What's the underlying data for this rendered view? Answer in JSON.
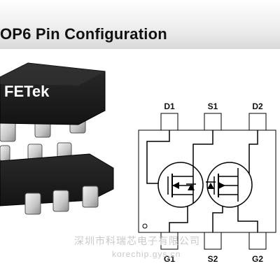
{
  "header": {
    "title": "OP6 Pin Configuration"
  },
  "package": {
    "brand": "FETek"
  },
  "schematic": {
    "top_pins": [
      "D1",
      "S1",
      "D2"
    ],
    "bottom_pins": [
      "G1",
      "S2",
      "G2"
    ]
  },
  "watermark": {
    "company": "深圳市科瑞芯电子有限公司",
    "site": "korechip.gys.cn"
  }
}
